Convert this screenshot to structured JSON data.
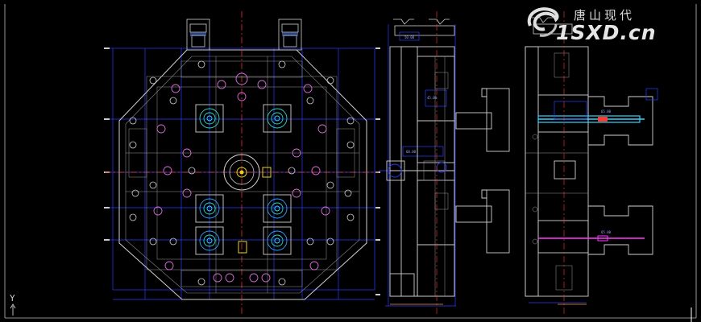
{
  "watermark": {
    "cn": "唐山现代",
    "en": "1SXD.cn"
  },
  "ucs": {
    "y_label": "Y"
  },
  "colors": {
    "background": "#000000",
    "outline": "#cfcfcf",
    "dimension": "#2a3cff",
    "centerline": "#ff3b2e",
    "holes": "#d46bd4",
    "cavity": "#2fd6c8",
    "gate": "#e6d21a",
    "runner_top": "#33d6ff",
    "runner_bottom": "#ff3cff"
  },
  "dimension_labels": {
    "side_top": "50.00",
    "side_mid": "45.00",
    "side_bottom": "60.00",
    "right_top": "65.00",
    "right_bottom": "65.00"
  },
  "icons": [
    "swirl-logo-icon",
    "ucs-icon"
  ]
}
